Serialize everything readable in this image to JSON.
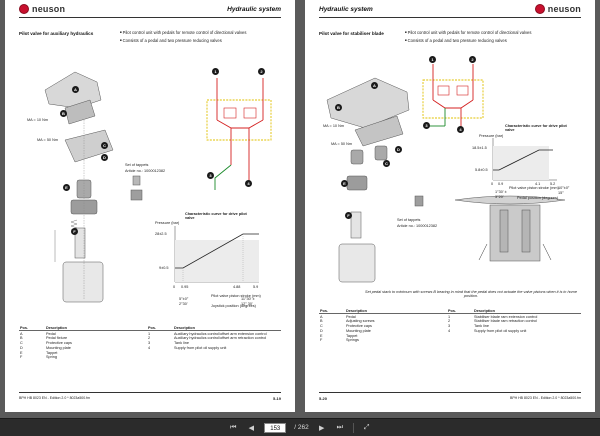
{
  "left": {
    "header_title": "Hydraulic system",
    "logo_text": "neuson",
    "section_title": "Pilot valve for auxiliary hydraulics",
    "bullets": [
      "Pilot control unit with pedals for remote control of directional valves",
      "Consists of a pedal and two pressure reducing valves"
    ],
    "labels": {
      "ma1": "MA = 10 Nm",
      "ma2": "MA = 50 Nm",
      "tappets": "Set of tappets",
      "article": "Article no.: 1000012382",
      "chart_title": "Characteristic curve for drive pilot valve",
      "y_axis": "Pressure (bar)",
      "x_axis": "Pilot valve piston stroke (mm)",
      "x_axis2": "Joystick position (degrees)",
      "v1": "28±2.5",
      "v2": "9±0.5",
      "t1": "0",
      "t2": "0.95",
      "t3": "4.88",
      "t4": "5.9",
      "d1": "5°±0°",
      "d2": "2°30'",
      "d3": "11°30' ±",
      "d4": "12° 30'"
    },
    "callouts": [
      "1",
      "2",
      "3",
      "4",
      "A",
      "B",
      "C",
      "D",
      "E",
      "F"
    ],
    "table": {
      "headers": [
        "Pos.",
        "Description",
        "Pos.",
        "Description"
      ],
      "rows": [
        [
          "A",
          "Pedal",
          "1",
          "Auxiliary hydraulics control/offset arm extension control"
        ],
        [
          "B",
          "Pedal fixture",
          "2",
          "Auxiliary hydraulics control/offset arm retraction control"
        ],
        [
          "C",
          "Protective caps",
          "3",
          "Tank line"
        ],
        [
          "D",
          "Mounting plate",
          "4",
          "Supply from pilot oil supply unit"
        ],
        [
          "E",
          "Tappet",
          "",
          ""
        ],
        [
          "F",
          "Spring",
          "",
          ""
        ]
      ]
    },
    "footer_left": "BPH HB 8023 EN - Edition 2.0 * 8023a500.fm",
    "footer_right": "5-19"
  },
  "right": {
    "header_title": "Hydraulic system",
    "logo_text": "neuson",
    "section_title": "Pilot valve for stabiliser blade",
    "bullets": [
      "Pilot control unit with pedals for remote control of directional valves",
      "Consists of a pedal and two pressure reducing valves"
    ],
    "labels": {
      "ma1": "MA = 10 Nm",
      "ma2": "MA = 50 Nm",
      "tappets": "Set of tappets",
      "article": "Article no.: 1000012382",
      "chart_title": "Characteristic curve for drive pilot valve",
      "y_axis": "Pressure (bar)",
      "x_axis": "Pilot valve piston stroke (mm)",
      "x_axis2": "Pedal position (degrees)",
      "v1": "18.5±1.5",
      "v2": "5.8±0.5",
      "t1": "0",
      "t2": "0.9",
      "t3": "4.1",
      "t4": "5.2",
      "d1": "1°30' ±",
      "d2": "3°20'",
      "d3": "10°±0°",
      "d4": "15°",
      "note": "Set pedal stack to minimum with screws B bearing in mind that the pedal does not actuate the valve pistons when it is in home position."
    },
    "callouts": [
      "1",
      "2",
      "3",
      "4",
      "A",
      "B",
      "C",
      "D",
      "E",
      "F"
    ],
    "table": {
      "headers": [
        "Pos.",
        "Description",
        "Pos.",
        "Description"
      ],
      "rows": [
        [
          "A",
          "Pedal",
          "1",
          "Stabiliser blade ram extension control"
        ],
        [
          "B",
          "Adjusting screws",
          "2",
          "Stabiliser blade ram retraction control"
        ],
        [
          "C",
          "Protective caps",
          "3",
          "Tank line"
        ],
        [
          "D",
          "Mounting plate",
          "4",
          "Supply from pilot oil supply unit"
        ],
        [
          "E",
          "Tappet",
          "",
          ""
        ],
        [
          "F",
          "Springs",
          "",
          ""
        ]
      ]
    },
    "footer_left": "5-20",
    "footer_right": "BPH HB 8023 EN - Edition 2.0 * 8023a500.fm"
  },
  "toolbar": {
    "current_page": "153",
    "total_pages": "/ 262",
    "first_icon": "first-page-icon",
    "prev_icon": "prev-page-icon",
    "next_icon": "next-page-icon",
    "last_icon": "last-page-icon",
    "fit_icon": "fit-page-icon"
  },
  "colors": {
    "hydraulic_red": "#d42020",
    "return_green": "#1a8a2a",
    "dashed_yellow": "#e0c000",
    "logo_red": "#c8102e"
  }
}
